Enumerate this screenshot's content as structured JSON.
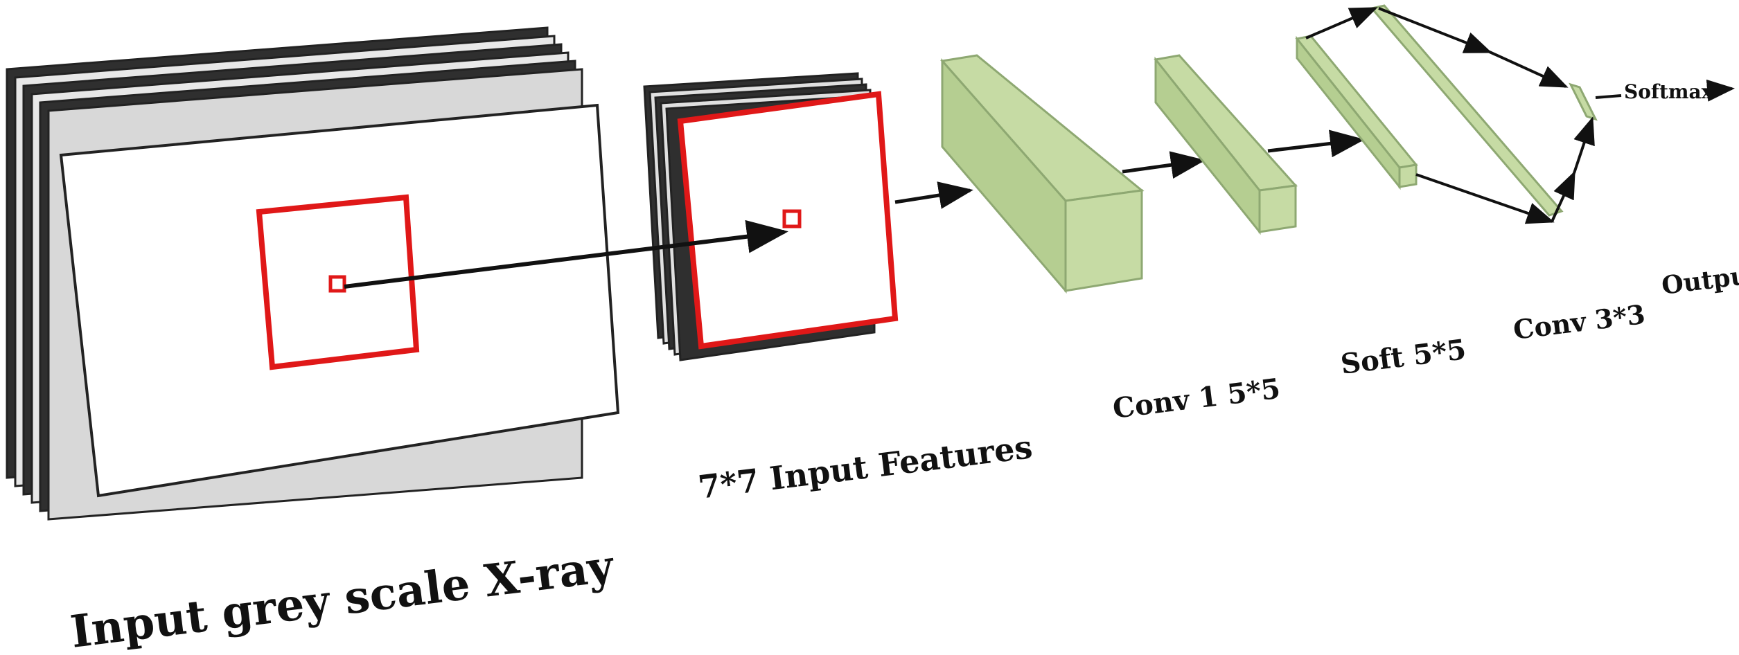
{
  "labels": {
    "input": "Input grey  scale X-ray",
    "features": "7*7 Input Features",
    "conv1": "Conv 1 5*5",
    "soft": "Soft  5*5",
    "conv3": "Conv 3*3",
    "output": "Output",
    "softmax": "Softmax"
  },
  "colors": {
    "box_fill": "#c6dba4",
    "box_side": "#a9c287",
    "box_edge": "#8ea872",
    "highlight": "#e01818",
    "arrow": "#111111",
    "stack_dark": "#3a3a3a"
  }
}
